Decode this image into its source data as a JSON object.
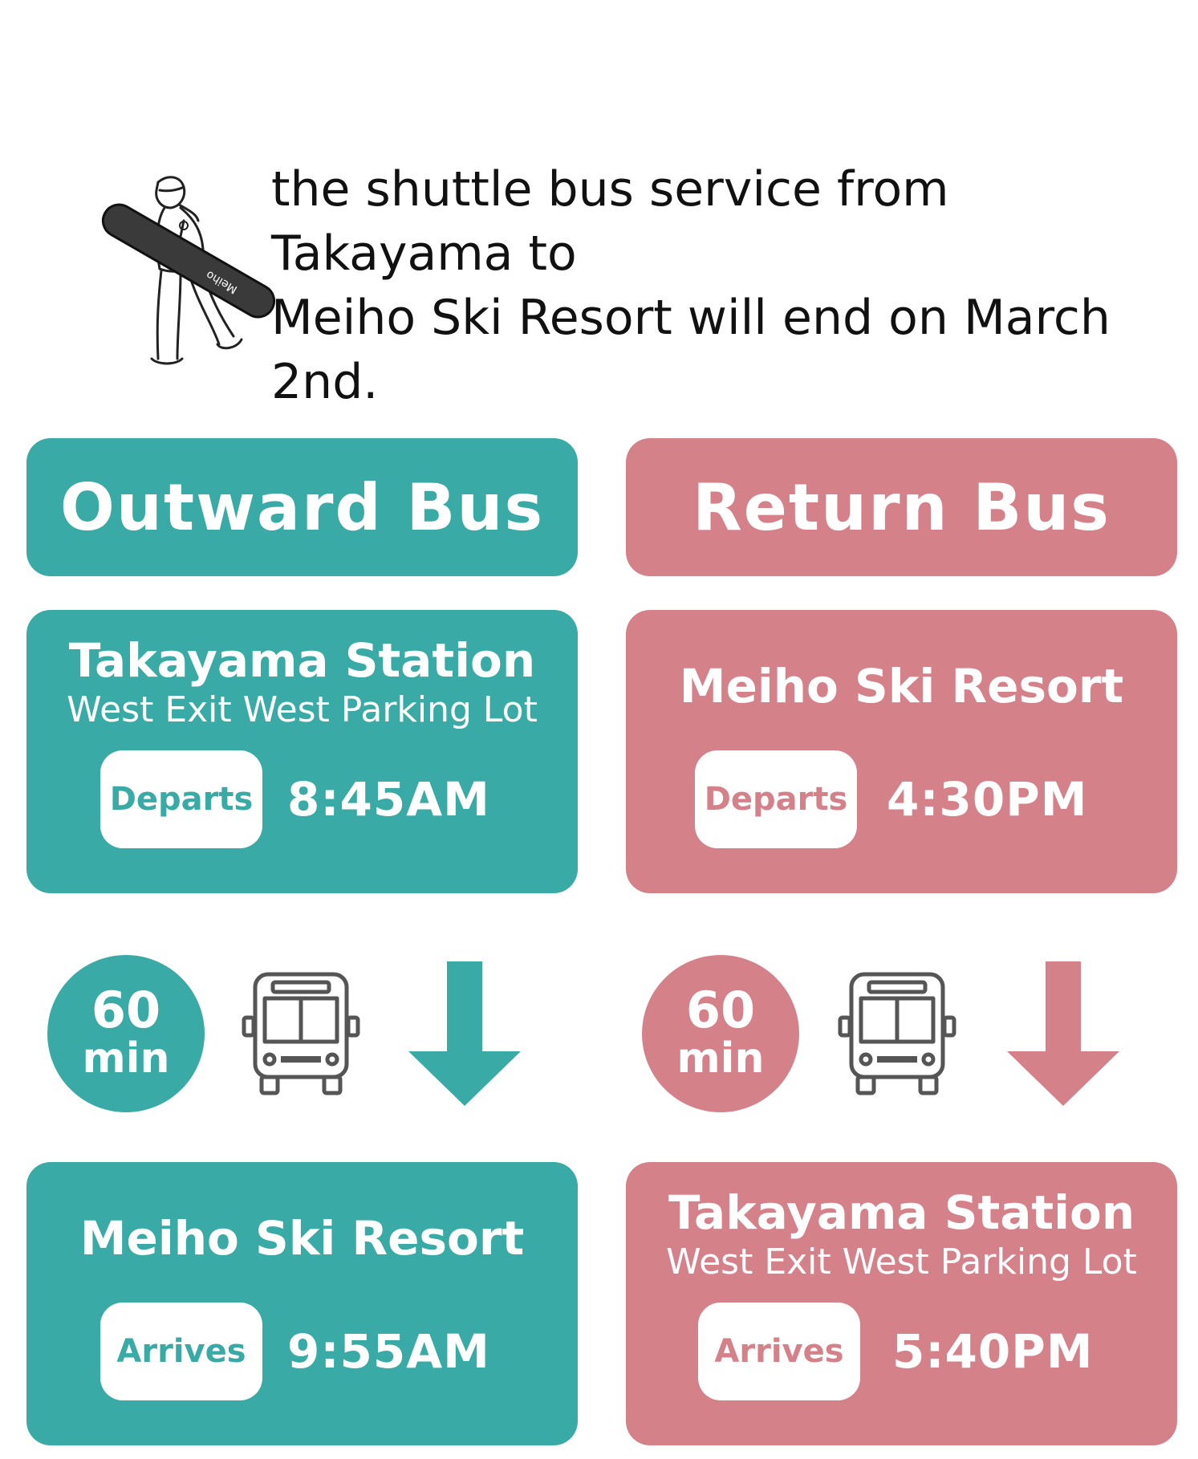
{
  "notice": {
    "line1": "the shuttle bus service from Takayama to",
    "line2": "Meiho Ski Resort will end on March 2nd."
  },
  "colors": {
    "outward": "#3aaaa6",
    "return": "#d4818a"
  },
  "outward": {
    "title": "Outward Bus",
    "departure": {
      "name": "Takayama Station",
      "sub": "West Exit West Parking Lot",
      "label": "Departs",
      "time": "8:45AM"
    },
    "duration": {
      "value": "60",
      "unit": "min"
    },
    "arrival": {
      "name": "Meiho Ski Resort",
      "label": "Arrives",
      "time": "9:55AM"
    }
  },
  "return": {
    "title": "Return Bus",
    "departure": {
      "name": "Meiho Ski Resort",
      "label": "Departs",
      "time": "4:30PM"
    },
    "duration": {
      "value": "60",
      "unit": "min"
    },
    "arrival": {
      "name": "Takayama Station",
      "sub": "West Exit West Parking Lot",
      "label": "Arrives",
      "time": "5:40PM"
    }
  },
  "icons": {
    "illustration": "snowboarder-illustration",
    "bus": "bus-icon",
    "arrow": "arrow-down-icon"
  }
}
